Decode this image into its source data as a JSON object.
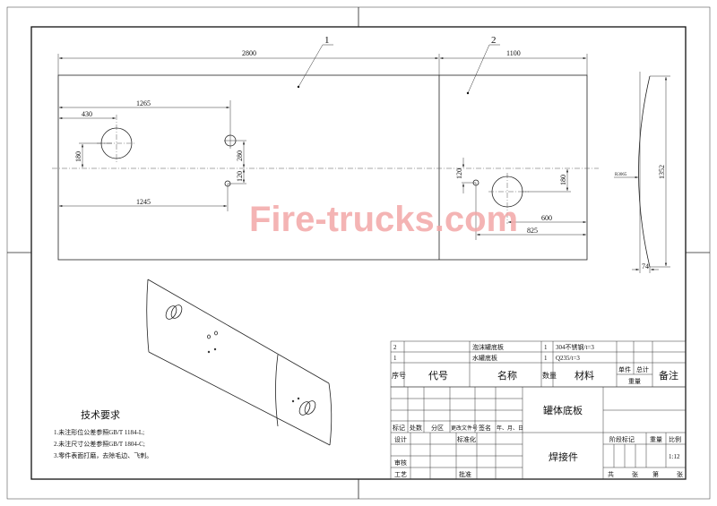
{
  "drawing": {
    "watermark": "Fire-trucks.com",
    "part_labels": [
      "1",
      "2"
    ],
    "dimensions": {
      "overall_part1": "2800",
      "overall_part2": "1100",
      "d1265": "1265",
      "d430": "430",
      "d180_left": "180",
      "d280": "280",
      "d120_left": "120",
      "d1245": "1245",
      "d120_right": "120",
      "d180_right": "180",
      "d600": "600",
      "d825": "825",
      "side_height": "1352",
      "side_depth": "74",
      "radius": "R3065"
    }
  },
  "tech_requirements": {
    "title": "技术要求",
    "items": [
      "1.未注形位公差参照GB/T 1184-L;",
      "2.未注尺寸公差参照GB/T 1804-C;",
      "3.零件表面打磨，去除毛边、飞刺。"
    ]
  },
  "parts_list": {
    "rows": [
      {
        "no": "2",
        "code": "",
        "name": "泡沫罐底板",
        "qty": "1",
        "material": "304不锈钢/t=3"
      },
      {
        "no": "1",
        "code": "",
        "name": "水罐底板",
        "qty": "1",
        "material": "Q235/t=3"
      }
    ],
    "headers": {
      "no": "序号",
      "code": "代号",
      "name": "名称",
      "qty": "数量",
      "material": "材料",
      "unit": "单件",
      "total": "总计",
      "weight": "重量",
      "remark": "备注"
    }
  },
  "title_block": {
    "revision_headers": [
      "标记",
      "处数",
      "分区",
      "更改文件号",
      "签名",
      "年、月、日"
    ],
    "design": "设计",
    "standardization": "标准化",
    "review": "审核",
    "process": "工艺",
    "approve": "批准",
    "drawing_name": "罐体底板",
    "drawing_type": "焊接件",
    "stage_mark": "阶段标记",
    "weight": "重量",
    "scale_label": "比例",
    "scale": "1:12",
    "sheet_total": "共",
    "sheet_unit1": "张",
    "sheet_no": "第",
    "sheet_unit2": "张"
  }
}
